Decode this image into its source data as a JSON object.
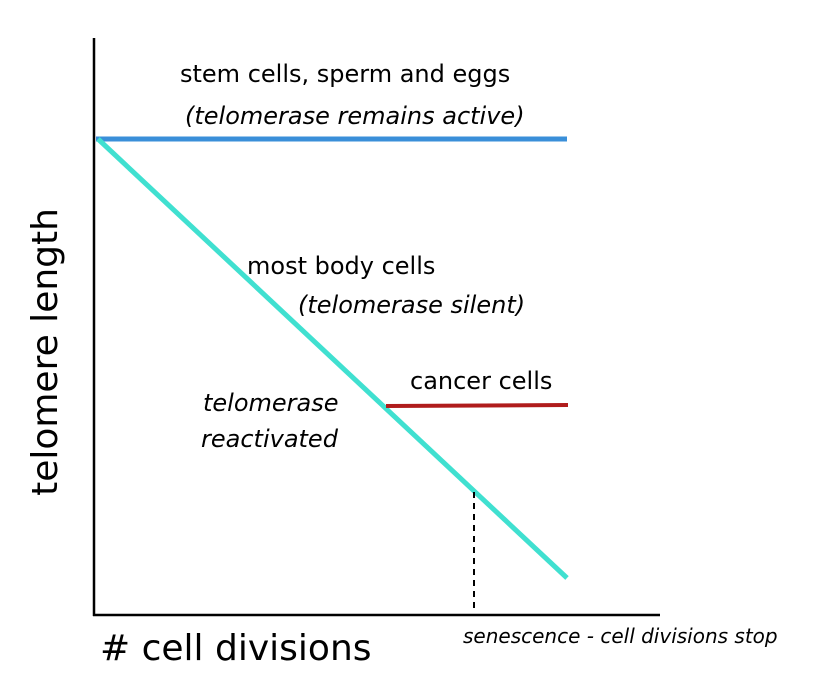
{
  "axes": {
    "y_label": "telomere length",
    "x_label": "# cell divisions"
  },
  "lines": {
    "stem": {
      "title": "stem cells, sperm and eggs",
      "note": "(telomerase remains active)",
      "color": "#3a8fd9"
    },
    "body": {
      "title": "most body cells",
      "note": "(telomerase silent)",
      "color": "#40e0d0"
    },
    "cancer": {
      "title": "cancer cells",
      "color": "#b01c1c"
    }
  },
  "annotations": {
    "reactivated_line1": "telomerase",
    "reactivated_line2": "reactivated",
    "senescence": "senescence - cell divisions stop"
  }
}
